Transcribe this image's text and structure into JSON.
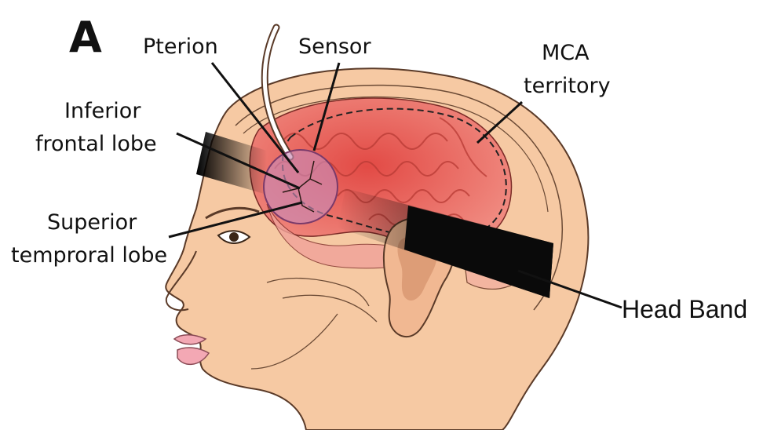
{
  "figure": {
    "panel_letter": "A",
    "labels": {
      "pterion": "Pterion",
      "sensor": "Sensor",
      "mca_line1": "MCA",
      "mca_line2": "territory",
      "inferior_line1": "Inferior",
      "inferior_line2": "frontal lobe",
      "superior_line1": "Superior",
      "superior_line2": "temproral lobe",
      "head_band": "Head Band"
    },
    "colors": {
      "skin": "#f6c9a3",
      "skin_shadow": "#e8b088",
      "brain": "#e8605a",
      "brain_light": "#f0a29a",
      "band": "#0a0a0a",
      "sensor": "#c98bb5",
      "lips": "#f3a8b4"
    }
  }
}
